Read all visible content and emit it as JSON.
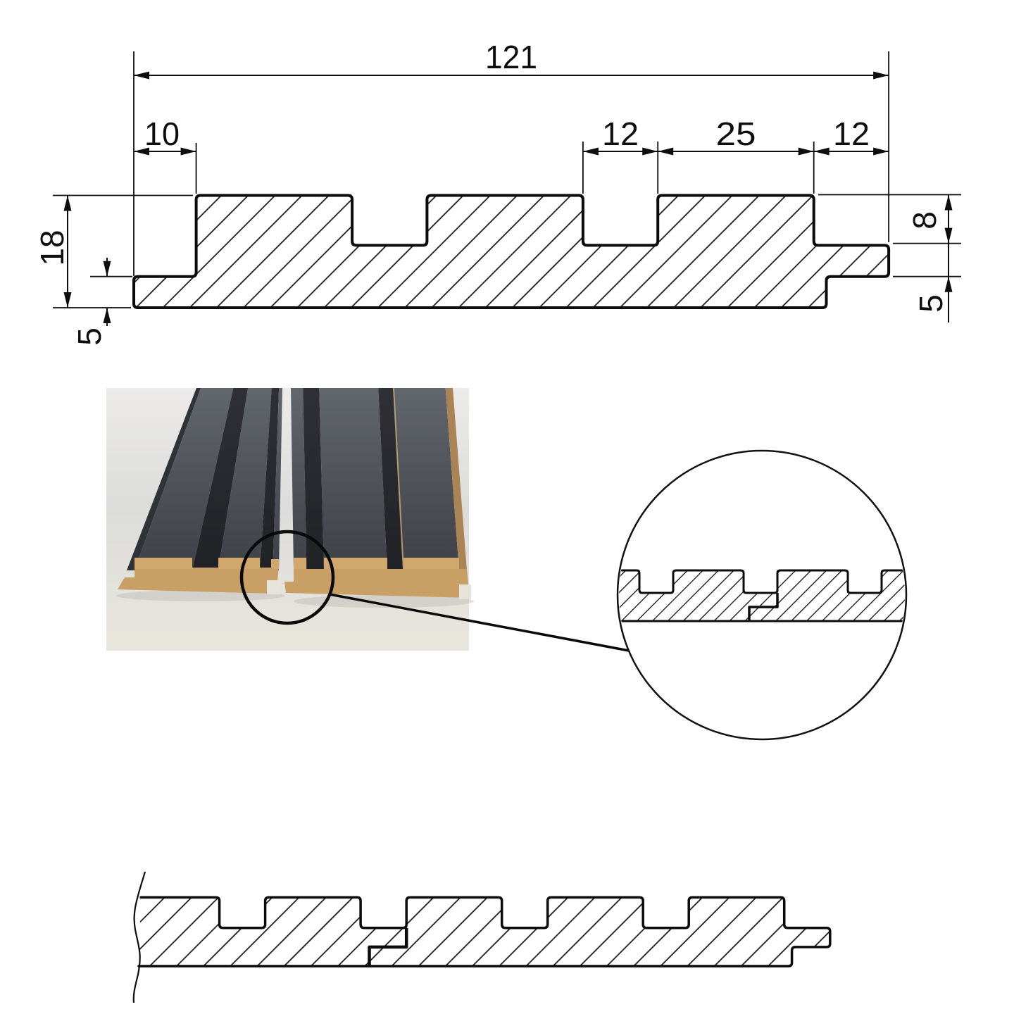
{
  "drawing": {
    "type": "technical-drawing",
    "subject": "Slat wall panel profile cross-section with joint detail",
    "units": "mm",
    "profile": {
      "total_width": 121,
      "thickness": 18,
      "left_lip_width": 10,
      "lip_thickness": 5,
      "groove_width": 12,
      "slat_width": 25,
      "right_step_width": 12,
      "groove_depth": 8,
      "tongue_thickness": 5,
      "slat_count": 3
    }
  },
  "dim_labels": {
    "total_width": "121",
    "left_lip": "10",
    "groove_a": "12",
    "slat": "25",
    "groove_b": "12",
    "thickness": "18",
    "lip_thickness": "5",
    "groove_depth": "8",
    "tongue_thickness": "5"
  },
  "geometry": {
    "top_profile": [
      [
        190,
        437
      ],
      [
        190,
        392.7
      ],
      [
        278.6,
        392.7
      ],
      [
        278.6,
        277.5
      ],
      [
        500.1,
        277.5
      ],
      [
        500.1,
        348.4
      ],
      [
        606.4,
        348.4
      ],
      [
        606.4,
        277.5
      ],
      [
        827.9,
        277.5
      ],
      [
        827.9,
        348.4
      ],
      [
        934.2,
        348.4
      ],
      [
        934.2,
        277.5
      ],
      [
        1155.7,
        277.5
      ],
      [
        1155.7,
        348.4
      ],
      [
        1262.1,
        348.4
      ],
      [
        1262.1,
        392.7
      ],
      [
        1173.5,
        392.7
      ],
      [
        1173.5,
        437
      ]
    ],
    "bottom_outline": [
      [
        200,
        1274.4
      ],
      [
        311.6,
        1274.4
      ],
      [
        311.6,
        1317.8
      ],
      [
        376.6,
        1317.8
      ],
      [
        376.6,
        1274.4
      ],
      [
        512.1,
        1274.4
      ],
      [
        512.1,
        1317.8
      ],
      [
        577.2,
        1317.8
      ],
      [
        577.2,
        1274.4
      ],
      [
        712.7,
        1274.4
      ],
      [
        712.7,
        1317.8
      ],
      [
        777.7,
        1317.8
      ],
      [
        777.7,
        1274.4
      ],
      [
        913.2,
        1274.4
      ],
      [
        913.2,
        1317.8
      ],
      [
        978.2,
        1317.8
      ],
      [
        978.2,
        1274.4
      ],
      [
        1113.7,
        1274.4
      ],
      [
        1113.7,
        1317.8
      ],
      [
        1178.8,
        1317.8
      ],
      [
        1178.8,
        1344.9
      ],
      [
        1124.6,
        1344.9
      ],
      [
        1124.6,
        1372
      ],
      [
        197,
        1372
      ]
    ],
    "detail_strip": [
      [
        862,
        810
      ],
      [
        908,
        810
      ],
      [
        908,
        842
      ],
      [
        956,
        842
      ],
      [
        956,
        810
      ],
      [
        1056,
        810
      ],
      [
        1056,
        842
      ],
      [
        1104,
        842
      ],
      [
        1104,
        810
      ],
      [
        1204,
        810
      ],
      [
        1204,
        842
      ],
      [
        1252,
        842
      ],
      [
        1252,
        810
      ],
      [
        1302,
        810
      ],
      [
        1302,
        882
      ],
      [
        862,
        882
      ]
    ]
  }
}
